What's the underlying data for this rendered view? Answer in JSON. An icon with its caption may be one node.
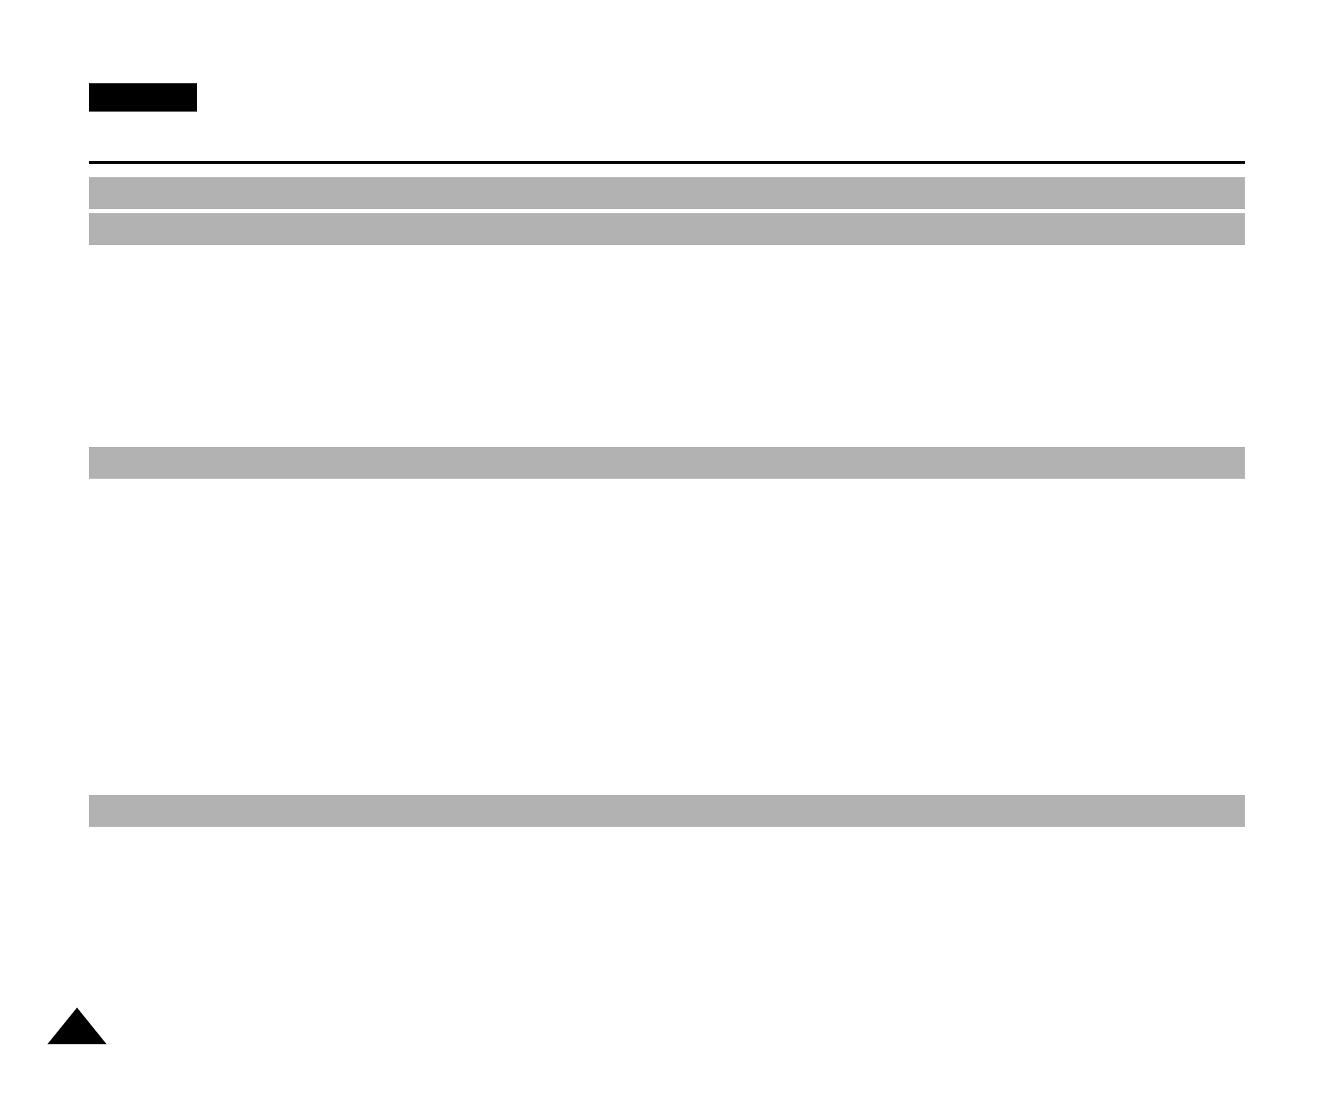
{
  "diagram": {
    "nodes": [
      {
        "text": [],
        "shape": "box"
      },
      {
        "text": [],
        "shape": "bar"
      },
      {
        "text": [],
        "shape": "bar"
      },
      {
        "text": [],
        "shape": "bar"
      },
      {
        "text": [],
        "shape": "bar"
      },
      {
        "text": [],
        "shape": "triangle"
      }
    ]
  }
}
